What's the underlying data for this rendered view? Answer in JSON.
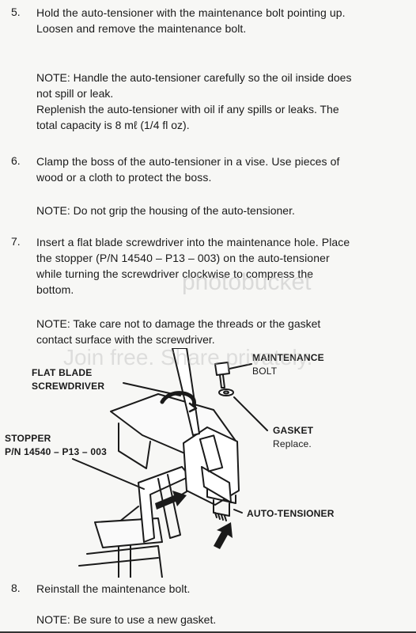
{
  "steps": [
    {
      "number": "5.",
      "text": "Hold the auto-tensioner with the maintenance bolt pointing up. Loosen and remove the maintenance bolt.",
      "notes": [
        "NOTE:  Handle the auto-tensioner carefully so the oil inside does not spill or leak.",
        "Replenish the auto-tensioner with oil if any spills or leaks. The total capacity is 8 mℓ (1/4 fl oz)."
      ]
    },
    {
      "number": "6.",
      "text": "Clamp the boss of the auto-tensioner in a vise. Use pieces of wood or a cloth to protect the boss.",
      "notes": [
        "NOTE:  Do not grip the housing of the auto-tensioner."
      ]
    },
    {
      "number": "7.",
      "text": "Insert a flat blade screwdriver into the maintenance hole. Place the stopper (P/N 14540 – P13 – 003) on the auto-tensioner while turning the screwdriver clockwise to compress the bottom.",
      "notes": [
        "NOTE:  Take care not to damage the threads or the gasket contact surface with the screwdriver."
      ]
    },
    {
      "number": "8.",
      "text": "Reinstall the maintenance bolt.",
      "notes": [
        "NOTE:  Be sure to use a new gasket."
      ]
    }
  ],
  "figure": {
    "labels": {
      "flat_blade_1": "FLAT BLADE",
      "flat_blade_2": "SCREWDRIVER",
      "maint_1": "MAINTENANCE",
      "maint_2": "BOLT",
      "gasket_1": "GASKET",
      "gasket_2": "Replace.",
      "stopper_1": "STOPPER",
      "stopper_2": "P/N 14540 – P13 – 003",
      "auto_tensioner": "AUTO-TENSIONER"
    },
    "icons": [
      "screwdriver",
      "bolt",
      "gasket",
      "auto-tensioner",
      "stopper",
      "arrow"
    ]
  },
  "watermark": {
    "line_1": "photobucket",
    "line_2": "Join free. Share privately."
  },
  "colors": {
    "text": "#1a1a1a",
    "background": "#f7f7f5",
    "watermark": "#b8b8b8"
  }
}
